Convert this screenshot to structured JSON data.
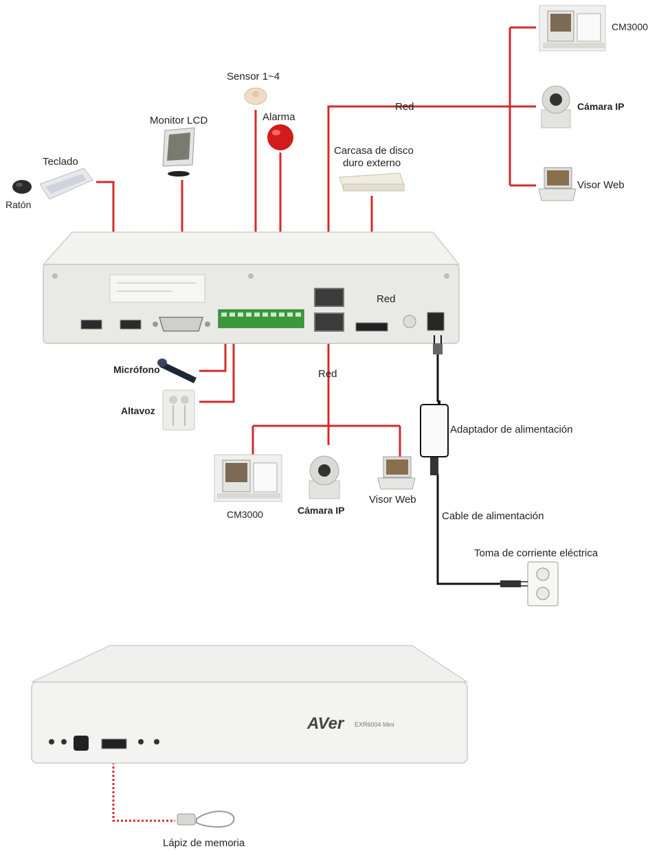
{
  "labels": {
    "cm3000_top": "CM3000",
    "camara_ip_top": "Cámara IP",
    "visor_web_top": "Visor Web",
    "red_top": "Red",
    "sensor": "Sensor 1~4",
    "alarma": "Alarma",
    "monitor_lcd": "Monitor LCD",
    "carcasa_line1": "Carcasa de disco",
    "carcasa_line2": "duro externo",
    "teclado": "Teclado",
    "raton": "Ratón",
    "red_right": "Red",
    "microfono": "Micrófono",
    "altavoz": "Altavoz",
    "red_bottom": "Red",
    "adaptador": "Adaptador de alimentación",
    "cm3000_bottom": "CM3000",
    "camara_ip_bottom": "Cámara IP",
    "visor_web_bottom": "Visor Web",
    "cable": "Cable de alimentación",
    "toma": "Toma de corriente eléctrica",
    "lapiz": "Lápiz de memoria",
    "brand": "AVer",
    "model": "EXR6004 Mini"
  },
  "colors": {
    "wire": "#d42a2a",
    "power_cable": "#111111",
    "device_body": "#e9e9e6",
    "device_edge": "#c9c9c4",
    "terminal_green": "#3a9a3a"
  }
}
